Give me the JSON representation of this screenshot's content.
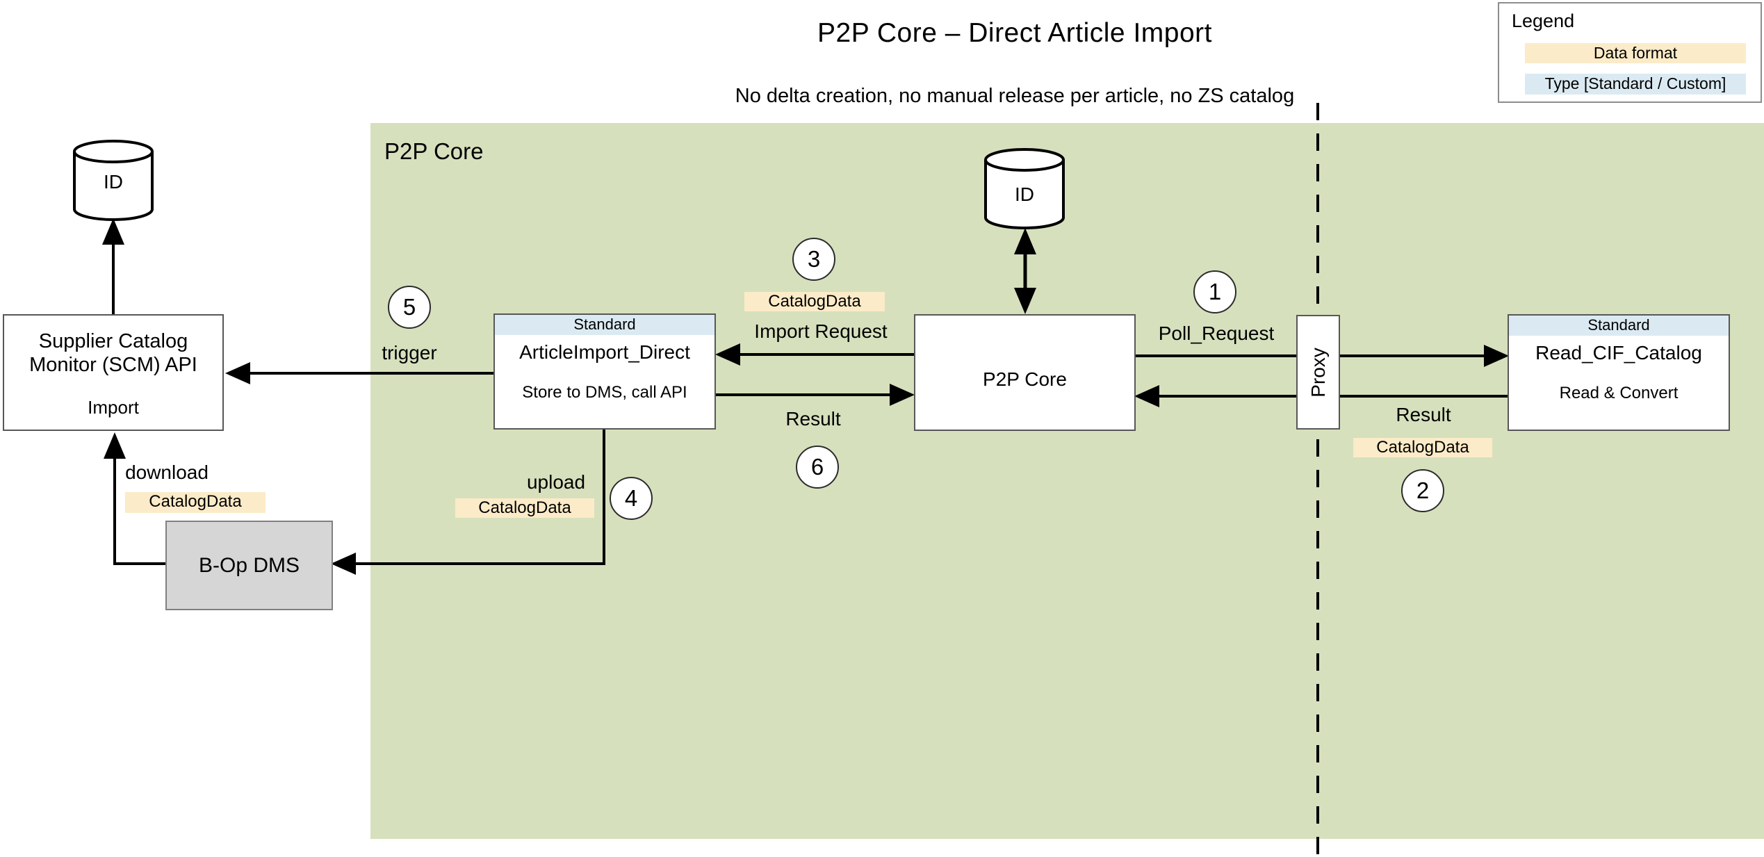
{
  "title": "P2P Core – Direct Article Import",
  "subtitle": "No delta creation, no manual release per article, no ZS catalog",
  "legend": {
    "title": "Legend",
    "items": [
      {
        "label": "Data format",
        "fill": "#fcebc8"
      },
      {
        "label": "Type [Standard / Custom]",
        "fill": "#dbeaf2"
      }
    ]
  },
  "container": {
    "label": "P2P Core"
  },
  "nodes": {
    "scm": {
      "line1": "Supplier Catalog",
      "line2": "Monitor (SCM) API",
      "sub": "Import"
    },
    "article_import": {
      "type": "Standard",
      "title": "ArticleImport_Direct",
      "sub": "Store to DMS, call API"
    },
    "p2p_core": {
      "title": "P2P Core"
    },
    "proxy": {
      "title": "Proxy"
    },
    "read_cif": {
      "type": "Standard",
      "title": "Read_CIF_Catalog",
      "sub": "Read & Convert"
    },
    "dms": {
      "title": "B-Op DMS"
    },
    "db_left": {
      "label": "ID"
    },
    "db_mid": {
      "label": "ID"
    }
  },
  "flows": {
    "step1": {
      "num": "1",
      "label": "Poll_Request"
    },
    "step2": {
      "num": "2",
      "label": "Result",
      "format": "CatalogData"
    },
    "step3": {
      "num": "3",
      "label": "Import Request",
      "format": "CatalogData"
    },
    "step4": {
      "num": "4",
      "label": "upload",
      "format": "CatalogData"
    },
    "step5": {
      "num": "5",
      "label": "trigger"
    },
    "step6": {
      "num": "6",
      "label": "Result"
    },
    "download": {
      "label": "download",
      "format": "CatalogData"
    }
  },
  "colors": {
    "container_fill": "#d6e0bd",
    "data_format_fill": "#fcebc8",
    "type_fill": "#dbeaf2",
    "dms_fill": "#d6d6d6",
    "line": "#000000"
  }
}
